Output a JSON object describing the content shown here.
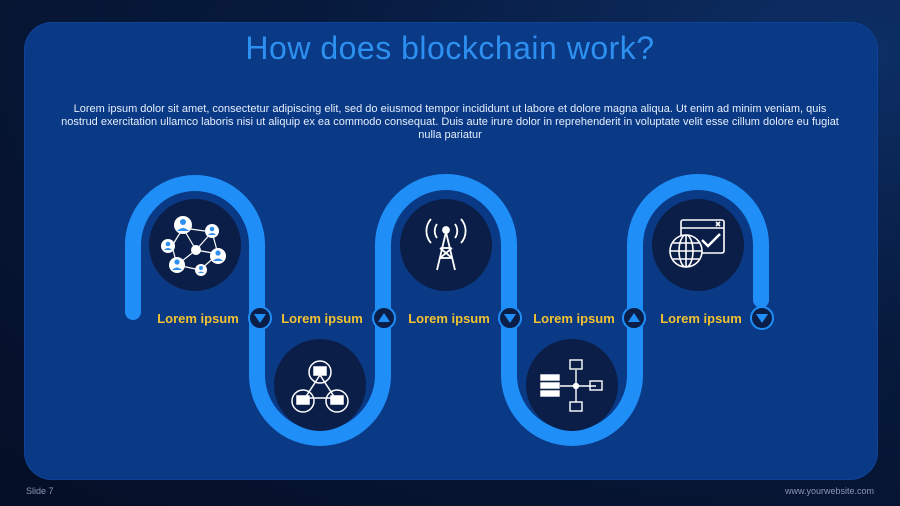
{
  "slide": {
    "title": "How does blockchain work?",
    "description": "Lorem ipsum dolor sit amet, consectetur adipiscing elit, sed do eiusmod tempor incididunt ut labore et dolore magna aliqua. Ut enim ad minim veniam, quis nostrud exercitation ullamco laboris nisi ut aliquip ex ea commodo consequat. Duis aute irure dolor in reprehenderit in voluptate velit esse cillum dolore eu fugiat nulla pariatur",
    "steps": [
      {
        "label": "Lorem ipsum",
        "icon": "network-people-icon"
      },
      {
        "label": "Lorem ipsum",
        "icon": "computer-network-icon"
      },
      {
        "label": "Lorem ipsum",
        "icon": "broadcast-tower-icon"
      },
      {
        "label": "Lorem ipsum",
        "icon": "server-network-icon"
      },
      {
        "label": "Lorem ipsum",
        "icon": "globe-browser-check-icon"
      }
    ],
    "arrows": [
      "down",
      "up",
      "down",
      "up",
      "down"
    ],
    "footer_left": "Slide 7",
    "footer_right": "www.yourwebsite.com"
  },
  "colors": {
    "panel": "#0a3a86",
    "path": "#1f8ef7",
    "circle": "#0b1e47",
    "title": "#2d8ff0",
    "label": "#f2c230"
  }
}
